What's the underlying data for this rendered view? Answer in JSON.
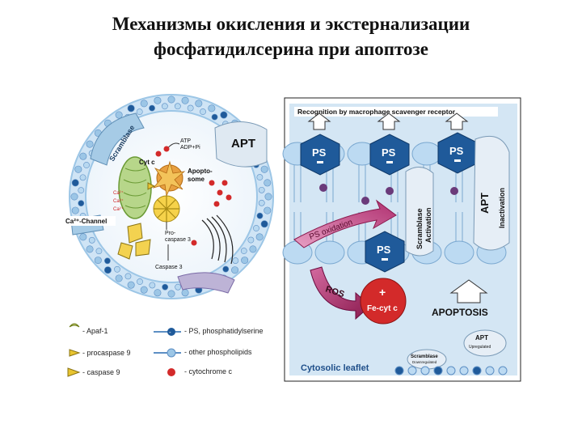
{
  "title": {
    "line1": "Механизмы окисления и экстернализации",
    "line2": "фосфатидилсерина при апоптозе"
  },
  "colors": {
    "membrane_blue": "#8fc4e8",
    "ps_hex": "#1f5a9a",
    "cytc_red": "#d32a2a",
    "mito_green": "#8fbf4a",
    "panel_bg": "#d4e6f4",
    "ros_arrow": "#b8286a"
  },
  "left_cell": {
    "scramblase": "Scramblase",
    "apt": "APT",
    "atp": "ATP",
    "adp_pi": "ADP+Pi",
    "cyt_c": "Cyt c",
    "apoptosome": "Apopto-\nsome",
    "ca1": "Ca²⁺",
    "ca2": "Ca²⁺",
    "ca3": "Ca²⁺",
    "ca_channel": "Ca²⁺-Channel",
    "pro_caspase": "Pro-\ncaspase 3",
    "caspase3": "Caspase 3"
  },
  "legend": [
    {
      "icon": "apaf-icon",
      "label": "- Apaf-1"
    },
    {
      "icon": "procaspase9-icon",
      "label": "- procaspase 9"
    },
    {
      "icon": "caspase9-icon",
      "label": "- caspase 9"
    },
    {
      "icon": "ps-lipid-icon",
      "label": "- PS, phosphatidylserine"
    },
    {
      "icon": "other-lipid-icon",
      "label": "- other phospholipids"
    },
    {
      "icon": "cytochrome-icon",
      "label": "- cytochrome c"
    }
  ],
  "right_panel": {
    "recognition": "Recognition by macrophage scavenger receptor",
    "ps": "PS",
    "ps_oxidation": "PS oxidation",
    "scramblase_activation": "Scramblase\nActivation",
    "apt_inactivation": "APT\nInactivation",
    "ros": "ROS",
    "fe_cyt": "Fe-cyt c",
    "plus": "+",
    "apoptosis": "APOPTOSIS",
    "apt_small": "APT",
    "upregulated": "Upregulated",
    "scramblase_small": "Scramblase",
    "downregulated": "Downregulated",
    "cytosolic": "Cytosolic leaflet"
  }
}
